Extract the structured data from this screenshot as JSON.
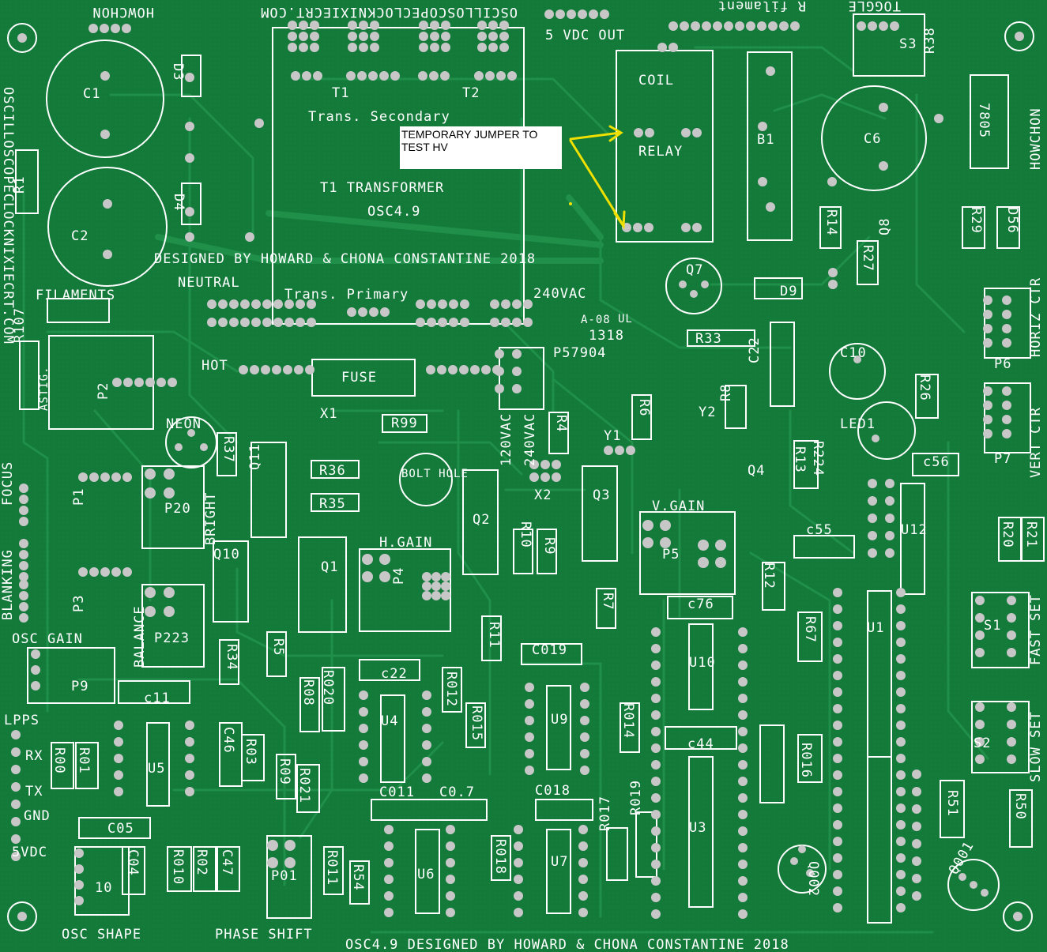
{
  "pcb": {
    "colors": {
      "board": "#137a3a",
      "trace": "#1f8f49",
      "silk": "#ffffff",
      "pad": "#c7c7c7",
      "annotation": "#f0e000"
    },
    "texts": {
      "top_left": "HOWCHON",
      "top_url": "OSCILLOSCOPECLOCKNIXIECRT.COM",
      "vdc_out": "5 VDC OUT",
      "r_filament": "R filament",
      "toggle": "TOGGLE",
      "coil": "COIL",
      "relay": "RELAY",
      "trans_secondary": "Trans. Secondary",
      "t1": "T1",
      "t2": "T2",
      "t1_transformer": "T1 TRANSFORMER",
      "osc49": "OSC4.9",
      "designed": "DESIGNED BY HOWARD & CHONA CONSTANTINE 2018",
      "neutral": "NEUTRAL",
      "trans_primary": "Trans. Primary",
      "v240": "240VAC",
      "filaments": "FILAMENTS",
      "hot": "HOT",
      "fuse": "FUSE",
      "neon": "NEON",
      "bolt_hole": "BOLT HOLE",
      "h_gain": "H.GAIN",
      "v_gain": "V.GAIN",
      "osc_gain": "OSC GAIN",
      "balance": "BALANCE",
      "bright": "BRIGHT",
      "lpps": "LPPS",
      "rx": "RX",
      "tx": "TX",
      "gnd": "GND",
      "v5dc": "5VDC",
      "osc_shape": "OSC SHAPE",
      "phase_shift": "PHASE SHIFT",
      "bottom_designed": "OSC4.9 DESIGNED BY HOWARD & CHONA CONSTANTINE 2018",
      "right_howchon": "HOWCHON",
      "horiz_ctr": "HORIZ CTR",
      "vert_ctr": "VERT CTR",
      "fast_set": "FAST SET",
      "slow_set": "SLOW SET",
      "left_url": "OSCILLOSCOPECLOCKNIXIECRT.COM",
      "focus": "FOCUS",
      "blanking": "BLANKING",
      "astig": "ASTIG.",
      "v120": "120VAC",
      "v240b": "240VAC",
      "marking1": "1318",
      "marking2": "P57904",
      "marking3": "A-08",
      "ul": "UL"
    },
    "labels": [
      {
        "id": "C1",
        "t": "C1"
      },
      {
        "id": "C2",
        "t": "C2"
      },
      {
        "id": "D3",
        "t": "D3"
      },
      {
        "id": "D4",
        "t": "D4"
      },
      {
        "id": "R1",
        "t": "R1"
      },
      {
        "id": "B1",
        "t": "B1"
      },
      {
        "id": "C6",
        "t": "C6"
      },
      {
        "id": "S3",
        "t": "S3"
      },
      {
        "id": "R38",
        "t": "R38"
      },
      {
        "id": "Z805",
        "t": "7805"
      },
      {
        "id": "R14",
        "t": "R14"
      },
      {
        "id": "R27",
        "t": "R27"
      },
      {
        "id": "Q8",
        "t": "Q8"
      },
      {
        "id": "R29",
        "t": "R29"
      },
      {
        "id": "D56",
        "t": "D56"
      },
      {
        "id": "Q7",
        "t": "Q7"
      },
      {
        "id": "D9",
        "t": "D9"
      },
      {
        "id": "R33",
        "t": "R33"
      },
      {
        "id": "C22",
        "t": "C22"
      },
      {
        "id": "C10",
        "t": "C10"
      },
      {
        "id": "R26",
        "t": "R26"
      },
      {
        "id": "P6",
        "t": "P6"
      },
      {
        "id": "R8",
        "t": "R8"
      },
      {
        "id": "Y2",
        "t": "Y2"
      },
      {
        "id": "LED1",
        "t": "LED1"
      },
      {
        "id": "P7",
        "t": "P7"
      },
      {
        "id": "C56",
        "t": "c56"
      },
      {
        "id": "R13",
        "t": "R13"
      },
      {
        "id": "R224",
        "t": "R224"
      },
      {
        "id": "Q4",
        "t": "Q4"
      },
      {
        "id": "U12",
        "t": "U12"
      },
      {
        "id": "R20",
        "t": "R20"
      },
      {
        "id": "R21",
        "t": "R21"
      },
      {
        "id": "C55",
        "t": "c55"
      },
      {
        "id": "P5",
        "t": "P5"
      },
      {
        "id": "R12",
        "t": "R12"
      },
      {
        "id": "C76",
        "t": "c76"
      },
      {
        "id": "U1",
        "t": "U1"
      },
      {
        "id": "S1",
        "t": "S1"
      },
      {
        "id": "U10",
        "t": "U10"
      },
      {
        "id": "R67",
        "t": "R67"
      },
      {
        "id": "C44",
        "t": "c44"
      },
      {
        "id": "R016",
        "t": "R016"
      },
      {
        "id": "S2",
        "t": "S2"
      },
      {
        "id": "R51",
        "t": "R51"
      },
      {
        "id": "R50",
        "t": "R50"
      },
      {
        "id": "U3",
        "t": "U3"
      },
      {
        "id": "Q002",
        "t": "Q002"
      },
      {
        "id": "Q001",
        "t": "Q001"
      },
      {
        "id": "R107",
        "t": "R107"
      },
      {
        "id": "P2",
        "t": "P2"
      },
      {
        "id": "R37",
        "t": "R37"
      },
      {
        "id": "P1",
        "t": "P1"
      },
      {
        "id": "P20",
        "t": "P20"
      },
      {
        "id": "Q11",
        "t": "Q11"
      },
      {
        "id": "R36",
        "t": "R36"
      },
      {
        "id": "R35",
        "t": "R35"
      },
      {
        "id": "X1",
        "t": "X1"
      },
      {
        "id": "R99",
        "t": "R99"
      },
      {
        "id": "Q2",
        "t": "Q2"
      },
      {
        "id": "X2",
        "t": "X2"
      },
      {
        "id": "R4",
        "t": "R4"
      },
      {
        "id": "Y1",
        "t": "Y1"
      },
      {
        "id": "R6",
        "t": "R6"
      },
      {
        "id": "Q3",
        "t": "Q3"
      },
      {
        "id": "Q10",
        "t": "Q10"
      },
      {
        "id": "Q1",
        "t": "Q1"
      },
      {
        "id": "P4",
        "t": "P4"
      },
      {
        "id": "R9",
        "t": "R9"
      },
      {
        "id": "R10",
        "t": "R10"
      },
      {
        "id": "R7",
        "t": "R7"
      },
      {
        "id": "P3",
        "t": "P3"
      },
      {
        "id": "P223",
        "t": "P223"
      },
      {
        "id": "R34",
        "t": "R34"
      },
      {
        "id": "R5",
        "t": "R5"
      },
      {
        "id": "C22b",
        "t": "c22"
      },
      {
        "id": "R11",
        "t": "R11"
      },
      {
        "id": "C019",
        "t": "C019"
      },
      {
        "id": "P9",
        "t": "P9"
      },
      {
        "id": "C11",
        "t": "c11"
      },
      {
        "id": "R08",
        "t": "R08"
      },
      {
        "id": "R020",
        "t": "R020"
      },
      {
        "id": "R012",
        "t": "R012"
      },
      {
        "id": "U4",
        "t": "U4"
      },
      {
        "id": "R015",
        "t": "R015"
      },
      {
        "id": "U9",
        "t": "U9"
      },
      {
        "id": "R014",
        "t": "R014"
      },
      {
        "id": "R00",
        "t": "R00"
      },
      {
        "id": "R01",
        "t": "R01"
      },
      {
        "id": "U5",
        "t": "U5"
      },
      {
        "id": "C46",
        "t": "C46"
      },
      {
        "id": "R03",
        "t": "R03"
      },
      {
        "id": "R09",
        "t": "R09"
      },
      {
        "id": "R021",
        "t": "R021"
      },
      {
        "id": "C011",
        "t": "C011"
      },
      {
        "id": "C017",
        "t": "C0.7"
      },
      {
        "id": "C018",
        "t": "C018"
      },
      {
        "id": "C05",
        "t": "C05"
      },
      {
        "id": "C04",
        "t": "C04"
      },
      {
        "id": "R010",
        "t": "R010"
      },
      {
        "id": "R02",
        "t": "R02"
      },
      {
        "id": "C47",
        "t": "C47"
      },
      {
        "id": "P01",
        "t": "P01"
      },
      {
        "id": "R011",
        "t": "R011"
      },
      {
        "id": "R54",
        "t": "R54"
      },
      {
        "id": "U6",
        "t": "U6"
      },
      {
        "id": "R018",
        "t": "R018"
      },
      {
        "id": "U7",
        "t": "U7"
      },
      {
        "id": "R017",
        "t": "R017"
      },
      {
        "id": "R019",
        "t": "R019"
      },
      {
        "id": "P10",
        "t": "10"
      }
    ],
    "annotation": {
      "note": "TEMPORARY JUMPER TO TEST HV"
    }
  }
}
